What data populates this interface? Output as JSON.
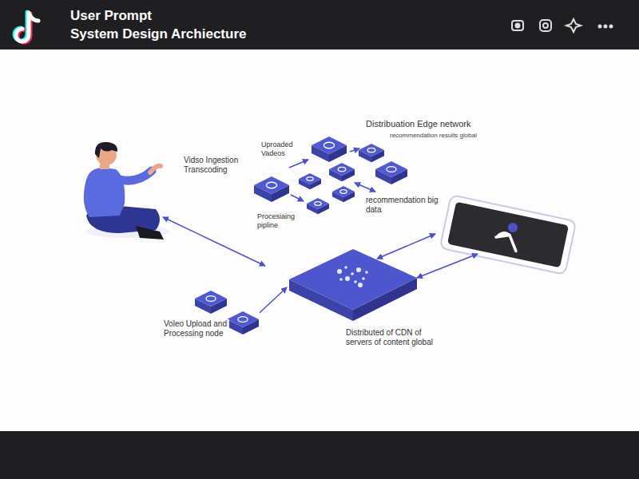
{
  "diagram": {
    "title": "User Prompt",
    "nodes": [
      {
        "text": [
          "Voleo Upload and Processing node"
        ]
      },
      {
        "text": [
          "Distributed of CDN of servers of content global"
        ]
      }
    ],
    "edges": [
      {
        "from": 0,
        "to": 1,
        "arrow": "to"
      }
    ],
    "labels": [
      "System Design Archiecture",
      "Vidso Ingestion Transcoding",
      "Uproaded Vadeos",
      "Distribuation Edge network",
      "recommendation results global",
      "Procesiaing pipline",
      "recommendation big data"
    ]
  }
}
